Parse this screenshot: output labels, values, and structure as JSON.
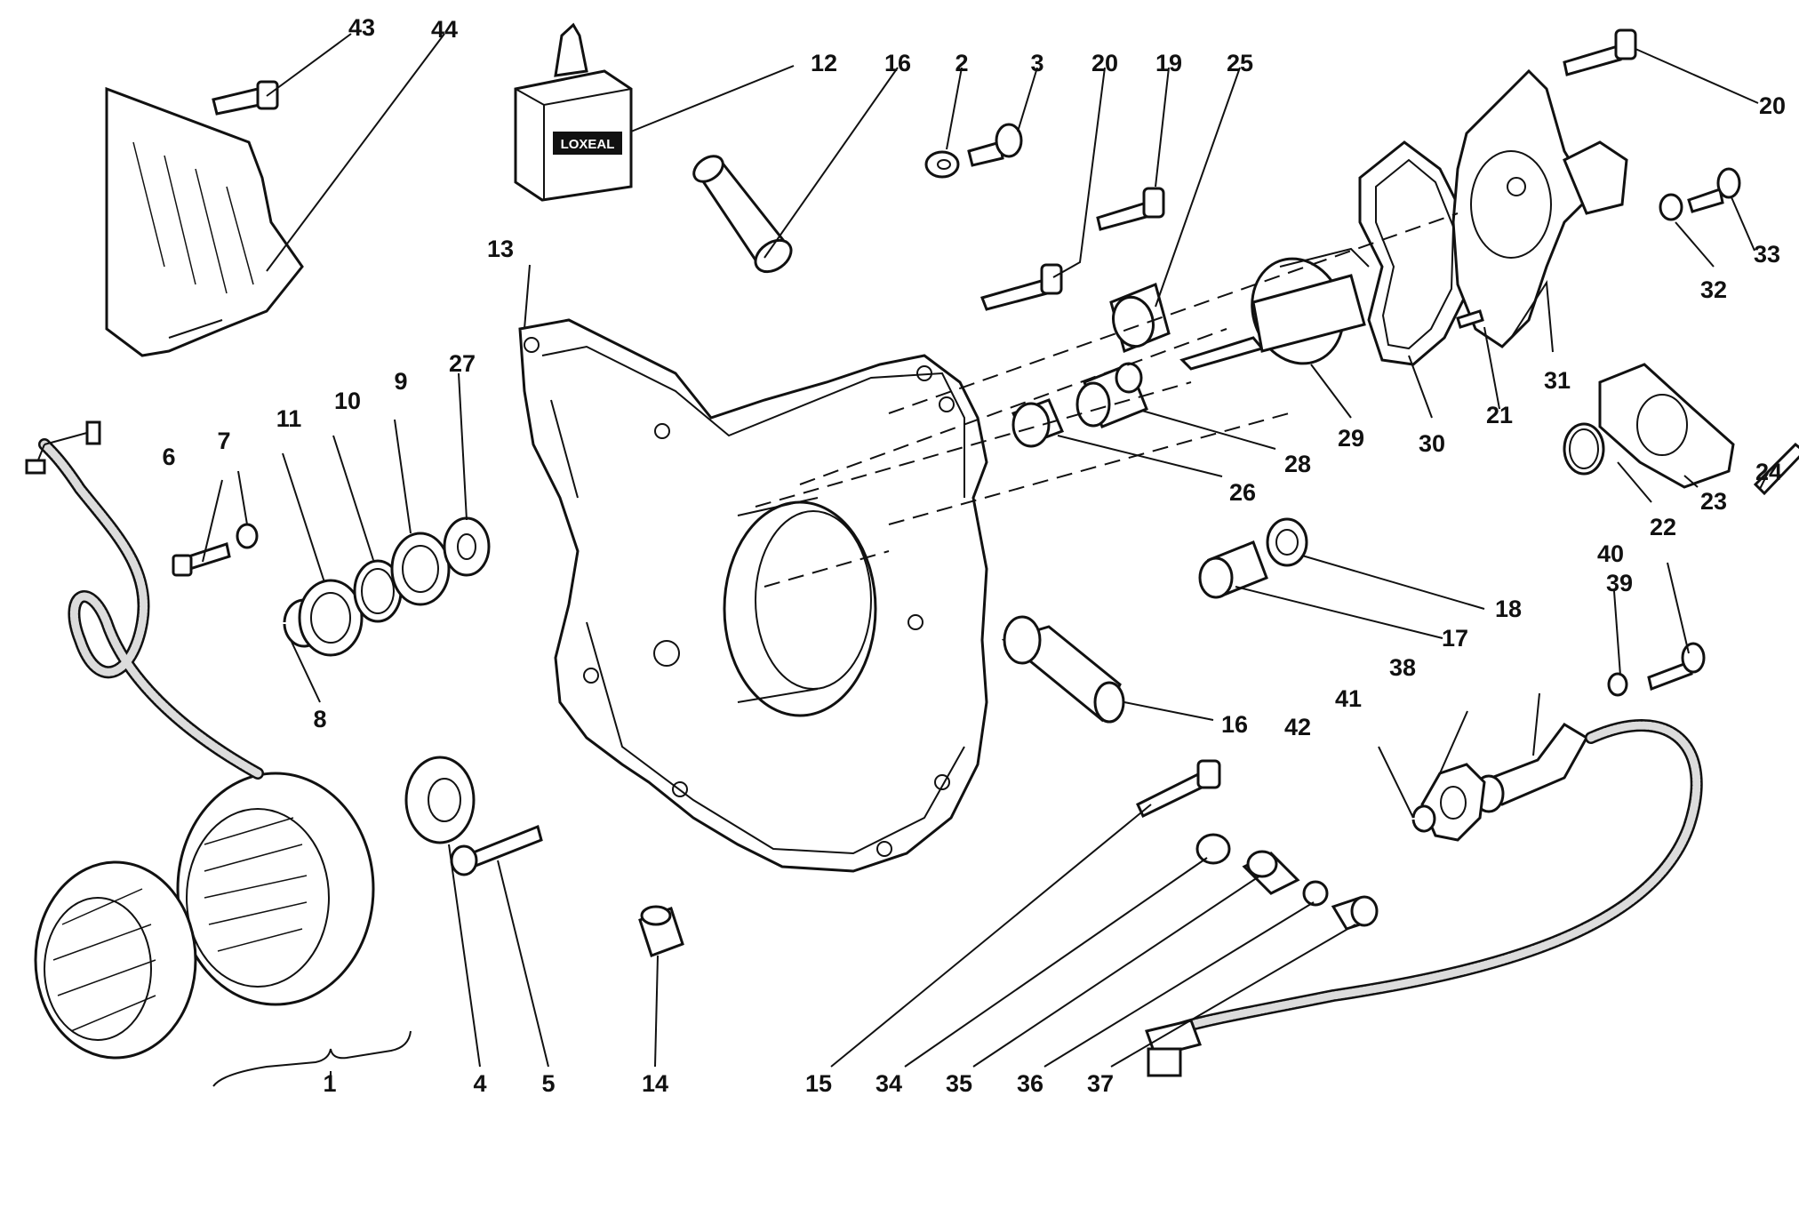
{
  "diagram": {
    "bottle_text": "LOXEAL",
    "callouts": [
      {
        "id": "c1",
        "text": "1"
      },
      {
        "id": "c2",
        "text": "2"
      },
      {
        "id": "c3",
        "text": "3"
      },
      {
        "id": "c4",
        "text": "4"
      },
      {
        "id": "c5",
        "text": "5"
      },
      {
        "id": "c6",
        "text": "6"
      },
      {
        "id": "c7",
        "text": "7"
      },
      {
        "id": "c8",
        "text": "8"
      },
      {
        "id": "c9",
        "text": "9"
      },
      {
        "id": "c10",
        "text": "10"
      },
      {
        "id": "c11",
        "text": "11"
      },
      {
        "id": "c12",
        "text": "12"
      },
      {
        "id": "c13",
        "text": "13"
      },
      {
        "id": "c14",
        "text": "14"
      },
      {
        "id": "c15",
        "text": "15"
      },
      {
        "id": "c16a",
        "text": "16"
      },
      {
        "id": "c16b",
        "text": "16"
      },
      {
        "id": "c17",
        "text": "17"
      },
      {
        "id": "c18",
        "text": "18"
      },
      {
        "id": "c19",
        "text": "19"
      },
      {
        "id": "c20a",
        "text": "20"
      },
      {
        "id": "c20b",
        "text": "20"
      },
      {
        "id": "c21",
        "text": "21"
      },
      {
        "id": "c22",
        "text": "22"
      },
      {
        "id": "c23",
        "text": "23"
      },
      {
        "id": "c24",
        "text": "24"
      },
      {
        "id": "c25",
        "text": "25"
      },
      {
        "id": "c26",
        "text": "26"
      },
      {
        "id": "c27",
        "text": "27"
      },
      {
        "id": "c28",
        "text": "28"
      },
      {
        "id": "c29",
        "text": "29"
      },
      {
        "id": "c30",
        "text": "30"
      },
      {
        "id": "c31",
        "text": "31"
      },
      {
        "id": "c32",
        "text": "32"
      },
      {
        "id": "c33",
        "text": "33"
      },
      {
        "id": "c34",
        "text": "34"
      },
      {
        "id": "c35",
        "text": "35"
      },
      {
        "id": "c36",
        "text": "36"
      },
      {
        "id": "c37",
        "text": "37"
      },
      {
        "id": "c38",
        "text": "38"
      },
      {
        "id": "c39",
        "text": "39"
      },
      {
        "id": "c40",
        "text": "40"
      },
      {
        "id": "c41",
        "text": "41"
      },
      {
        "id": "c42",
        "text": "42"
      },
      {
        "id": "c43",
        "text": "43"
      },
      {
        "id": "c44",
        "text": "44"
      }
    ]
  }
}
